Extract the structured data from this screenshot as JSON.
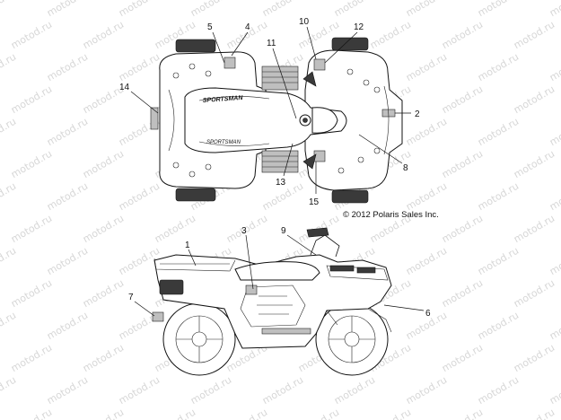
{
  "watermark": "motod.ru",
  "copyright": "© 2012 Polaris Sales Inc.",
  "callouts": [
    "1",
    "2",
    "3",
    "4",
    "5",
    "6",
    "7",
    "8",
    "9",
    "10",
    "11",
    "12",
    "13",
    "14",
    "15"
  ]
}
